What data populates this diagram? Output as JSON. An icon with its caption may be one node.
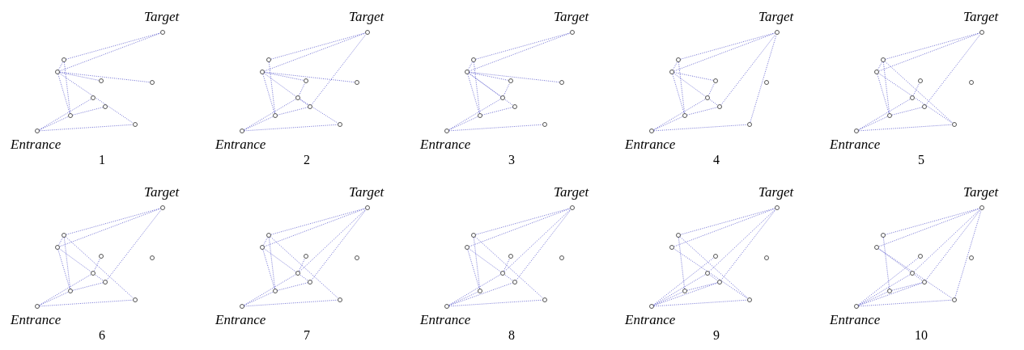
{
  "diagram": {
    "nodes": [
      {
        "text": [],
        "shape": "circle",
        "beside": [
          "Entrance"
        ]
      },
      {
        "text": [],
        "shape": "circle"
      },
      {
        "text": [],
        "shape": "circle"
      },
      {
        "text": [],
        "shape": "circle"
      },
      {
        "text": [],
        "shape": "circle"
      },
      {
        "text": [],
        "shape": "circle"
      },
      {
        "text": [],
        "shape": "circle"
      },
      {
        "text": [],
        "shape": "circle"
      },
      {
        "text": [],
        "shape": "circle"
      },
      {
        "text": [],
        "shape": "circle",
        "beside": [
          "Target"
        ]
      },
      {
        "text": [],
        "shape": "circle",
        "beside": [
          "Entrance"
        ]
      },
      {
        "text": [],
        "shape": "circle"
      },
      {
        "text": [],
        "shape": "circle"
      },
      {
        "text": [],
        "shape": "circle"
      },
      {
        "text": [],
        "shape": "circle"
      },
      {
        "text": [],
        "shape": "circle"
      },
      {
        "text": [],
        "shape": "circle"
      },
      {
        "text": [],
        "shape": "circle"
      },
      {
        "text": [],
        "shape": "circle"
      },
      {
        "text": [],
        "shape": "circle",
        "beside": [
          "Target"
        ]
      },
      {
        "text": [],
        "shape": "circle",
        "beside": [
          "Entrance"
        ]
      },
      {
        "text": [],
        "shape": "circle"
      },
      {
        "text": [],
        "shape": "circle"
      },
      {
        "text": [],
        "shape": "circle"
      },
      {
        "text": [],
        "shape": "circle"
      },
      {
        "text": [],
        "shape": "circle"
      },
      {
        "text": [],
        "shape": "circle"
      },
      {
        "text": [],
        "shape": "circle"
      },
      {
        "text": [],
        "shape": "circle"
      },
      {
        "text": [],
        "shape": "circle",
        "beside": [
          "Target"
        ]
      },
      {
        "text": [],
        "shape": "circle",
        "beside": [
          "Entrance"
        ]
      },
      {
        "text": [],
        "shape": "circle"
      },
      {
        "text": [],
        "shape": "circle"
      },
      {
        "text": [],
        "shape": "circle"
      },
      {
        "text": [],
        "shape": "circle"
      },
      {
        "text": [],
        "shape": "circle"
      },
      {
        "text": [],
        "shape": "circle"
      },
      {
        "text": [],
        "shape": "circle"
      },
      {
        "text": [],
        "shape": "circle"
      },
      {
        "text": [],
        "shape": "circle",
        "beside": [
          "Target"
        ]
      },
      {
        "text": [],
        "shape": "circle",
        "beside": [
          "Entrance"
        ]
      },
      {
        "text": [],
        "shape": "circle"
      },
      {
        "text": [],
        "shape": "circle"
      },
      {
        "text": [],
        "shape": "circle"
      },
      {
        "text": [],
        "shape": "circle"
      },
      {
        "text": [],
        "shape": "circle"
      },
      {
        "text": [],
        "shape": "circle"
      },
      {
        "text": [],
        "shape": "circle"
      },
      {
        "text": [],
        "shape": "circle"
      },
      {
        "text": [],
        "shape": "circle",
        "beside": [
          "Target"
        ]
      },
      {
        "text": [],
        "shape": "circle",
        "beside": [
          "Entrance"
        ]
      },
      {
        "text": [],
        "shape": "circle"
      },
      {
        "text": [],
        "shape": "circle"
      },
      {
        "text": [],
        "shape": "circle"
      },
      {
        "text": [],
        "shape": "circle"
      },
      {
        "text": [],
        "shape": "circle"
      },
      {
        "text": [],
        "shape": "circle"
      },
      {
        "text": [],
        "shape": "circle"
      },
      {
        "text": [],
        "shape": "circle"
      },
      {
        "text": [],
        "shape": "circle",
        "beside": [
          "Target"
        ]
      },
      {
        "text": [],
        "shape": "circle",
        "beside": [
          "Entrance"
        ]
      },
      {
        "text": [],
        "shape": "circle"
      },
      {
        "text": [],
        "shape": "circle"
      },
      {
        "text": [],
        "shape": "circle"
      },
      {
        "text": [],
        "shape": "circle"
      },
      {
        "text": [],
        "shape": "circle"
      },
      {
        "text": [],
        "shape": "circle"
      },
      {
        "text": [],
        "shape": "circle"
      },
      {
        "text": [],
        "shape": "circle"
      },
      {
        "text": [],
        "shape": "circle",
        "beside": [
          "Target"
        ]
      },
      {
        "text": [],
        "shape": "circle",
        "beside": [
          "Entrance"
        ]
      },
      {
        "text": [],
        "shape": "circle"
      },
      {
        "text": [],
        "shape": "circle"
      },
      {
        "text": [],
        "shape": "circle"
      },
      {
        "text": [],
        "shape": "circle"
      },
      {
        "text": [],
        "shape": "circle"
      },
      {
        "text": [],
        "shape": "circle"
      },
      {
        "text": [],
        "shape": "circle"
      },
      {
        "text": [],
        "shape": "circle"
      },
      {
        "text": [],
        "shape": "circle",
        "beside": [
          "Target"
        ]
      },
      {
        "text": [],
        "shape": "circle",
        "beside": [
          "Entrance"
        ]
      },
      {
        "text": [],
        "shape": "circle"
      },
      {
        "text": [],
        "shape": "circle"
      },
      {
        "text": [],
        "shape": "circle"
      },
      {
        "text": [],
        "shape": "circle"
      },
      {
        "text": [],
        "shape": "circle"
      },
      {
        "text": [],
        "shape": "circle"
      },
      {
        "text": [],
        "shape": "circle"
      },
      {
        "text": [],
        "shape": "circle"
      },
      {
        "text": [],
        "shape": "circle",
        "beside": [
          "Target"
        ]
      },
      {
        "text": [],
        "shape": "circle",
        "beside": [
          "Entrance"
        ]
      },
      {
        "text": [],
        "shape": "circle"
      },
      {
        "text": [],
        "shape": "circle"
      },
      {
        "text": [],
        "shape": "circle"
      },
      {
        "text": [],
        "shape": "circle"
      },
      {
        "text": [],
        "shape": "circle"
      },
      {
        "text": [],
        "shape": "circle"
      },
      {
        "text": [],
        "shape": "circle"
      },
      {
        "text": [],
        "shape": "circle"
      },
      {
        "text": [],
        "shape": "circle",
        "beside": [
          "Target"
        ]
      }
    ],
    "edges": [
      {
        "from": 0,
        "to": 3,
        "arrow": "none"
      },
      {
        "from": 0,
        "to": 5,
        "arrow": "none"
      },
      {
        "from": 0,
        "to": 6,
        "arrow": "none"
      },
      {
        "from": 1,
        "to": 9,
        "arrow": "none"
      },
      {
        "from": 2,
        "to": 9,
        "arrow": "none"
      },
      {
        "from": 1,
        "to": 2,
        "arrow": "none"
      },
      {
        "from": 1,
        "to": 7,
        "arrow": "none"
      },
      {
        "from": 1,
        "to": 4,
        "arrow": "none"
      },
      {
        "from": 1,
        "to": 3,
        "arrow": "none"
      },
      {
        "from": 1,
        "to": 6,
        "arrow": "none"
      },
      {
        "from": 3,
        "to": 8,
        "arrow": "none"
      },
      {
        "from": 2,
        "to": 3,
        "arrow": "none"
      },
      {
        "from": 10,
        "to": 13,
        "arrow": "none"
      },
      {
        "from": 10,
        "to": 15,
        "arrow": "none"
      },
      {
        "from": 10,
        "to": 16,
        "arrow": "none"
      },
      {
        "from": 12,
        "to": 19,
        "arrow": "none"
      },
      {
        "from": 11,
        "to": 19,
        "arrow": "none"
      },
      {
        "from": 11,
        "to": 17,
        "arrow": "none"
      },
      {
        "from": 11,
        "to": 14,
        "arrow": "none"
      },
      {
        "from": 11,
        "to": 13,
        "arrow": "none"
      },
      {
        "from": 12,
        "to": 13,
        "arrow": "none"
      },
      {
        "from": 11,
        "to": 18,
        "arrow": "none"
      },
      {
        "from": 15,
        "to": 17,
        "arrow": "none"
      },
      {
        "from": 13,
        "to": 18,
        "arrow": "none"
      },
      {
        "from": 18,
        "to": 19,
        "arrow": "none"
      },
      {
        "from": 15,
        "to": 16,
        "arrow": "none"
      },
      {
        "from": 20,
        "to": 23,
        "arrow": "none"
      },
      {
        "from": 20,
        "to": 25,
        "arrow": "none"
      },
      {
        "from": 20,
        "to": 26,
        "arrow": "none"
      },
      {
        "from": 22,
        "to": 29,
        "arrow": "none"
      },
      {
        "from": 21,
        "to": 29,
        "arrow": "none"
      },
      {
        "from": 21,
        "to": 22,
        "arrow": "none"
      },
      {
        "from": 21,
        "to": 27,
        "arrow": "none"
      },
      {
        "from": 21,
        "to": 24,
        "arrow": "none"
      },
      {
        "from": 21,
        "to": 23,
        "arrow": "none"
      },
      {
        "from": 21,
        "to": 28,
        "arrow": "none"
      },
      {
        "from": 22,
        "to": 23,
        "arrow": "none"
      },
      {
        "from": 23,
        "to": 28,
        "arrow": "none"
      },
      {
        "from": 25,
        "to": 27,
        "arrow": "none"
      },
      {
        "from": 21,
        "to": 25,
        "arrow": "none"
      },
      {
        "from": 30,
        "to": 33,
        "arrow": "none"
      },
      {
        "from": 30,
        "to": 35,
        "arrow": "none"
      },
      {
        "from": 30,
        "to": 36,
        "arrow": "none"
      },
      {
        "from": 32,
        "to": 39,
        "arrow": "none"
      },
      {
        "from": 31,
        "to": 39,
        "arrow": "none"
      },
      {
        "from": 31,
        "to": 32,
        "arrow": "none"
      },
      {
        "from": 31,
        "to": 37,
        "arrow": "none"
      },
      {
        "from": 31,
        "to": 33,
        "arrow": "none"
      },
      {
        "from": 32,
        "to": 33,
        "arrow": "none"
      },
      {
        "from": 31,
        "to": 38,
        "arrow": "none"
      },
      {
        "from": 35,
        "to": 37,
        "arrow": "none"
      },
      {
        "from": 33,
        "to": 38,
        "arrow": "none"
      },
      {
        "from": 38,
        "to": 39,
        "arrow": "none"
      },
      {
        "from": 36,
        "to": 39,
        "arrow": "none"
      },
      {
        "from": 40,
        "to": 43,
        "arrow": "none"
      },
      {
        "from": 40,
        "to": 45,
        "arrow": "none"
      },
      {
        "from": 40,
        "to": 46,
        "arrow": "none"
      },
      {
        "from": 42,
        "to": 49,
        "arrow": "none"
      },
      {
        "from": 41,
        "to": 49,
        "arrow": "none"
      },
      {
        "from": 41,
        "to": 42,
        "arrow": "none"
      },
      {
        "from": 42,
        "to": 43,
        "arrow": "none"
      },
      {
        "from": 41,
        "to": 43,
        "arrow": "none"
      },
      {
        "from": 41,
        "to": 46,
        "arrow": "none"
      },
      {
        "from": 42,
        "to": 46,
        "arrow": "none"
      },
      {
        "from": 45,
        "to": 47,
        "arrow": "none"
      },
      {
        "from": 43,
        "to": 48,
        "arrow": "none"
      },
      {
        "from": 48,
        "to": 49,
        "arrow": "none"
      },
      {
        "from": 50,
        "to": 53,
        "arrow": "none"
      },
      {
        "from": 50,
        "to": 55,
        "arrow": "none"
      },
      {
        "from": 50,
        "to": 56,
        "arrow": "none"
      },
      {
        "from": 52,
        "to": 59,
        "arrow": "none"
      },
      {
        "from": 51,
        "to": 59,
        "arrow": "none"
      },
      {
        "from": 51,
        "to": 52,
        "arrow": "none"
      },
      {
        "from": 52,
        "to": 53,
        "arrow": "none"
      },
      {
        "from": 51,
        "to": 53,
        "arrow": "none"
      },
      {
        "from": 51,
        "to": 58,
        "arrow": "none"
      },
      {
        "from": 52,
        "to": 56,
        "arrow": "none"
      },
      {
        "from": 55,
        "to": 57,
        "arrow": "none"
      },
      {
        "from": 53,
        "to": 58,
        "arrow": "none"
      },
      {
        "from": 58,
        "to": 59,
        "arrow": "none"
      },
      {
        "from": 60,
        "to": 63,
        "arrow": "none"
      },
      {
        "from": 60,
        "to": 65,
        "arrow": "none"
      },
      {
        "from": 60,
        "to": 66,
        "arrow": "none"
      },
      {
        "from": 62,
        "to": 69,
        "arrow": "none"
      },
      {
        "from": 61,
        "to": 69,
        "arrow": "none"
      },
      {
        "from": 61,
        "to": 62,
        "arrow": "none"
      },
      {
        "from": 62,
        "to": 63,
        "arrow": "none"
      },
      {
        "from": 61,
        "to": 63,
        "arrow": "none"
      },
      {
        "from": 62,
        "to": 66,
        "arrow": "none"
      },
      {
        "from": 61,
        "to": 68,
        "arrow": "none"
      },
      {
        "from": 65,
        "to": 67,
        "arrow": "none"
      },
      {
        "from": 63,
        "to": 68,
        "arrow": "none"
      },
      {
        "from": 68,
        "to": 69,
        "arrow": "none"
      },
      {
        "from": 65,
        "to": 69,
        "arrow": "none"
      },
      {
        "from": 70,
        "to": 73,
        "arrow": "none"
      },
      {
        "from": 70,
        "to": 75,
        "arrow": "none"
      },
      {
        "from": 70,
        "to": 78,
        "arrow": "none"
      },
      {
        "from": 70,
        "to": 76,
        "arrow": "none"
      },
      {
        "from": 72,
        "to": 79,
        "arrow": "none"
      },
      {
        "from": 71,
        "to": 79,
        "arrow": "none"
      },
      {
        "from": 72,
        "to": 73,
        "arrow": "none"
      },
      {
        "from": 71,
        "to": 73,
        "arrow": "none"
      },
      {
        "from": 72,
        "to": 76,
        "arrow": "none"
      },
      {
        "from": 71,
        "to": 78,
        "arrow": "none"
      },
      {
        "from": 75,
        "to": 77,
        "arrow": "none"
      },
      {
        "from": 75,
        "to": 79,
        "arrow": "none"
      },
      {
        "from": 78,
        "to": 79,
        "arrow": "none"
      },
      {
        "from": 80,
        "to": 83,
        "arrow": "none"
      },
      {
        "from": 80,
        "to": 85,
        "arrow": "none"
      },
      {
        "from": 80,
        "to": 87,
        "arrow": "none"
      },
      {
        "from": 80,
        "to": 88,
        "arrow": "none"
      },
      {
        "from": 80,
        "to": 86,
        "arrow": "none"
      },
      {
        "from": 82,
        "to": 89,
        "arrow": "none"
      },
      {
        "from": 81,
        "to": 89,
        "arrow": "none"
      },
      {
        "from": 82,
        "to": 83,
        "arrow": "none"
      },
      {
        "from": 81,
        "to": 86,
        "arrow": "none"
      },
      {
        "from": 82,
        "to": 86,
        "arrow": "none"
      },
      {
        "from": 85,
        "to": 88,
        "arrow": "none"
      },
      {
        "from": 88,
        "to": 89,
        "arrow": "none"
      },
      {
        "from": 85,
        "to": 89,
        "arrow": "none"
      },
      {
        "from": 83,
        "to": 88,
        "arrow": "none"
      },
      {
        "from": 90,
        "to": 93,
        "arrow": "none"
      },
      {
        "from": 90,
        "to": 95,
        "arrow": "none"
      },
      {
        "from": 90,
        "to": 97,
        "arrow": "none"
      },
      {
        "from": 90,
        "to": 98,
        "arrow": "none"
      },
      {
        "from": 90,
        "to": 96,
        "arrow": "none"
      },
      {
        "from": 92,
        "to": 99,
        "arrow": "none"
      },
      {
        "from": 91,
        "to": 99,
        "arrow": "none"
      },
      {
        "from": 92,
        "to": 93,
        "arrow": "none"
      },
      {
        "from": 91,
        "to": 96,
        "arrow": "none"
      },
      {
        "from": 91,
        "to": 98,
        "arrow": "none"
      },
      {
        "from": 98,
        "to": 99,
        "arrow": "none"
      },
      {
        "from": 95,
        "to": 99,
        "arrow": "none"
      },
      {
        "from": 96,
        "to": 99,
        "arrow": "none"
      },
      {
        "from": 93,
        "to": 98,
        "arrow": "none"
      }
    ],
    "labels": [
      "1",
      "2",
      "3",
      "4",
      "5",
      "6",
      "7",
      "8",
      "9",
      "10"
    ]
  }
}
